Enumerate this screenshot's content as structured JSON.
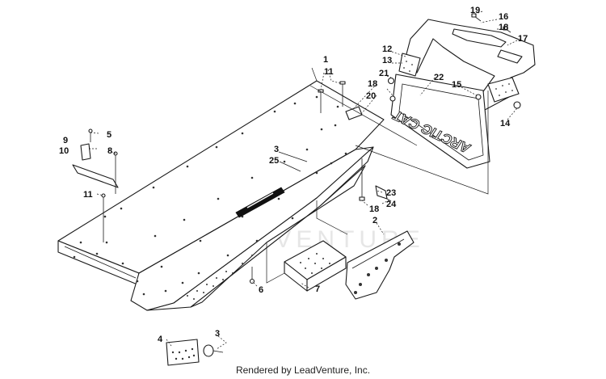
{
  "callouts": [
    {
      "id": "c1",
      "label": "1"
    },
    {
      "id": "c2",
      "label": "2"
    },
    {
      "id": "c3a",
      "label": "3"
    },
    {
      "id": "c3b",
      "label": "3"
    },
    {
      "id": "c4",
      "label": "4"
    },
    {
      "id": "c5",
      "label": "5"
    },
    {
      "id": "c6",
      "label": "6"
    },
    {
      "id": "c7",
      "label": "7"
    },
    {
      "id": "c8",
      "label": "8"
    },
    {
      "id": "c9",
      "label": "9"
    },
    {
      "id": "c10",
      "label": "10"
    },
    {
      "id": "c11a",
      "label": "11"
    },
    {
      "id": "c11b",
      "label": "11"
    },
    {
      "id": "c12",
      "label": "12"
    },
    {
      "id": "c13",
      "label": "13"
    },
    {
      "id": "c14",
      "label": "14"
    },
    {
      "id": "c15",
      "label": "15"
    },
    {
      "id": "c16",
      "label": "16"
    },
    {
      "id": "c17",
      "label": "17"
    },
    {
      "id": "c18a",
      "label": "18"
    },
    {
      "id": "c18b",
      "label": "18"
    },
    {
      "id": "c18c",
      "label": "18"
    },
    {
      "id": "c19",
      "label": "19"
    },
    {
      "id": "c20",
      "label": "20"
    },
    {
      "id": "c21",
      "label": "21"
    },
    {
      "id": "c22",
      "label": "22"
    },
    {
      "id": "c23",
      "label": "23"
    },
    {
      "id": "c24",
      "label": "24"
    },
    {
      "id": "c25",
      "label": "25"
    }
  ],
  "decal_text": "ARCTIC CAT",
  "watermark": "LEADVENTURE",
  "footer": "Rendered by LeadVenture, Inc."
}
